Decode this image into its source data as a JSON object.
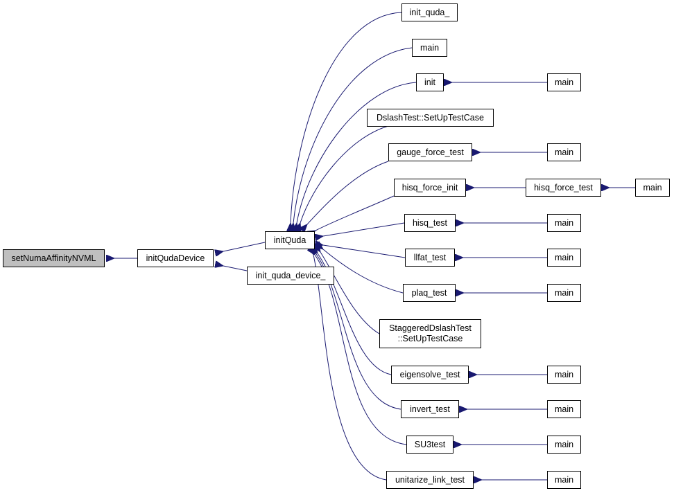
{
  "graph": {
    "edge_color": "#191970",
    "root_fill": "#bfbfbf",
    "nodes": {
      "setNumaAffinityNVML": "setNumaAffinityNVML",
      "initQudaDevice": "initQudaDevice",
      "initQuda": "initQuda",
      "init_quda_device_": "init_quda_device_",
      "init_quda_": "init_quda_",
      "main_a": "main",
      "init": "init",
      "main_init": "main",
      "dslash_setup": "DslashTest::SetUpTestCase",
      "gauge_force_test": "gauge_force_test",
      "main_gauge": "main",
      "hisq_force_init": "hisq_force_init",
      "hisq_force_test": "hisq_force_test",
      "main_hisq_force": "main",
      "hisq_test": "hisq_test",
      "main_hisq": "main",
      "llfat_test": "llfat_test",
      "main_llfat": "main",
      "plaq_test": "plaq_test",
      "main_plaq": "main",
      "staggered_line1": "StaggeredDslashTest",
      "staggered_line2": "::SetUpTestCase",
      "eigensolve_test": "eigensolve_test",
      "main_eigen": "main",
      "invert_test": "invert_test",
      "main_invert": "main",
      "su3test": "SU3test",
      "main_su3": "main",
      "unitarize_link_test": "unitarize_link_test",
      "main_unitarize": "main"
    }
  }
}
